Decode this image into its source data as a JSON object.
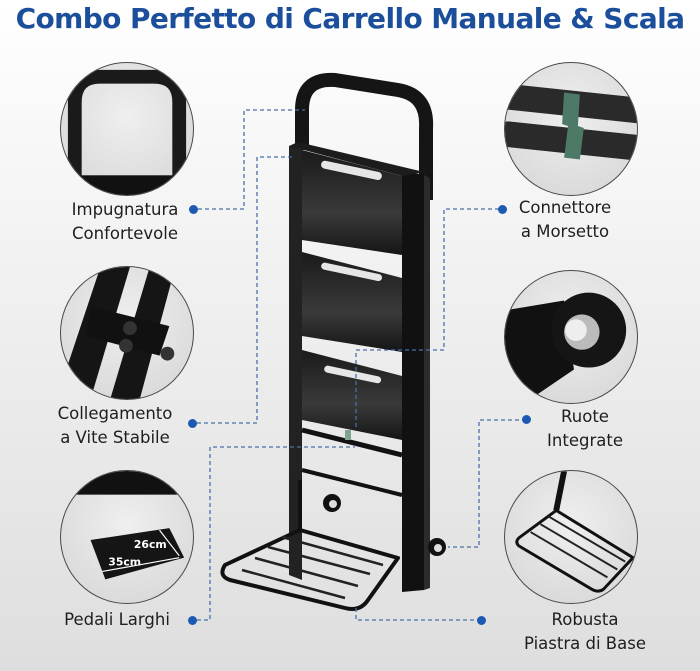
{
  "header": {
    "title": "Combo Perfetto di Carrello Manuale & Scala"
  },
  "colors": {
    "title": "#1b4f9c",
    "accent_dot": "#1c59b3",
    "leader_line": "#4a6fa8",
    "clamp_green": "#4c7a66"
  },
  "features": [
    {
      "id": "handle",
      "icon": "handle-closeup",
      "line1": "Impugnatura",
      "line2": "Confortevole",
      "side": "left"
    },
    {
      "id": "clamp",
      "icon": "clamp-connector-closeup",
      "line1": "Connettore",
      "line2": "a Morsetto",
      "side": "right"
    },
    {
      "id": "screw",
      "icon": "screw-joint-closeup",
      "line1": "Collegamento",
      "line2": "a Vite Stabile",
      "side": "left"
    },
    {
      "id": "wheels",
      "icon": "wheel-closeup",
      "line1": "Ruote",
      "line2": "Integrate",
      "side": "right"
    },
    {
      "id": "pedals",
      "icon": "wide-pedal-closeup",
      "line1": "Pedali Larghi",
      "line2": "",
      "side": "left",
      "dimensions": {
        "depth": "26cm",
        "width": "35cm"
      }
    },
    {
      "id": "baseplate",
      "icon": "base-plate-closeup",
      "line1": "Robusta",
      "line2": "Piastra di Base",
      "side": "right"
    }
  ]
}
